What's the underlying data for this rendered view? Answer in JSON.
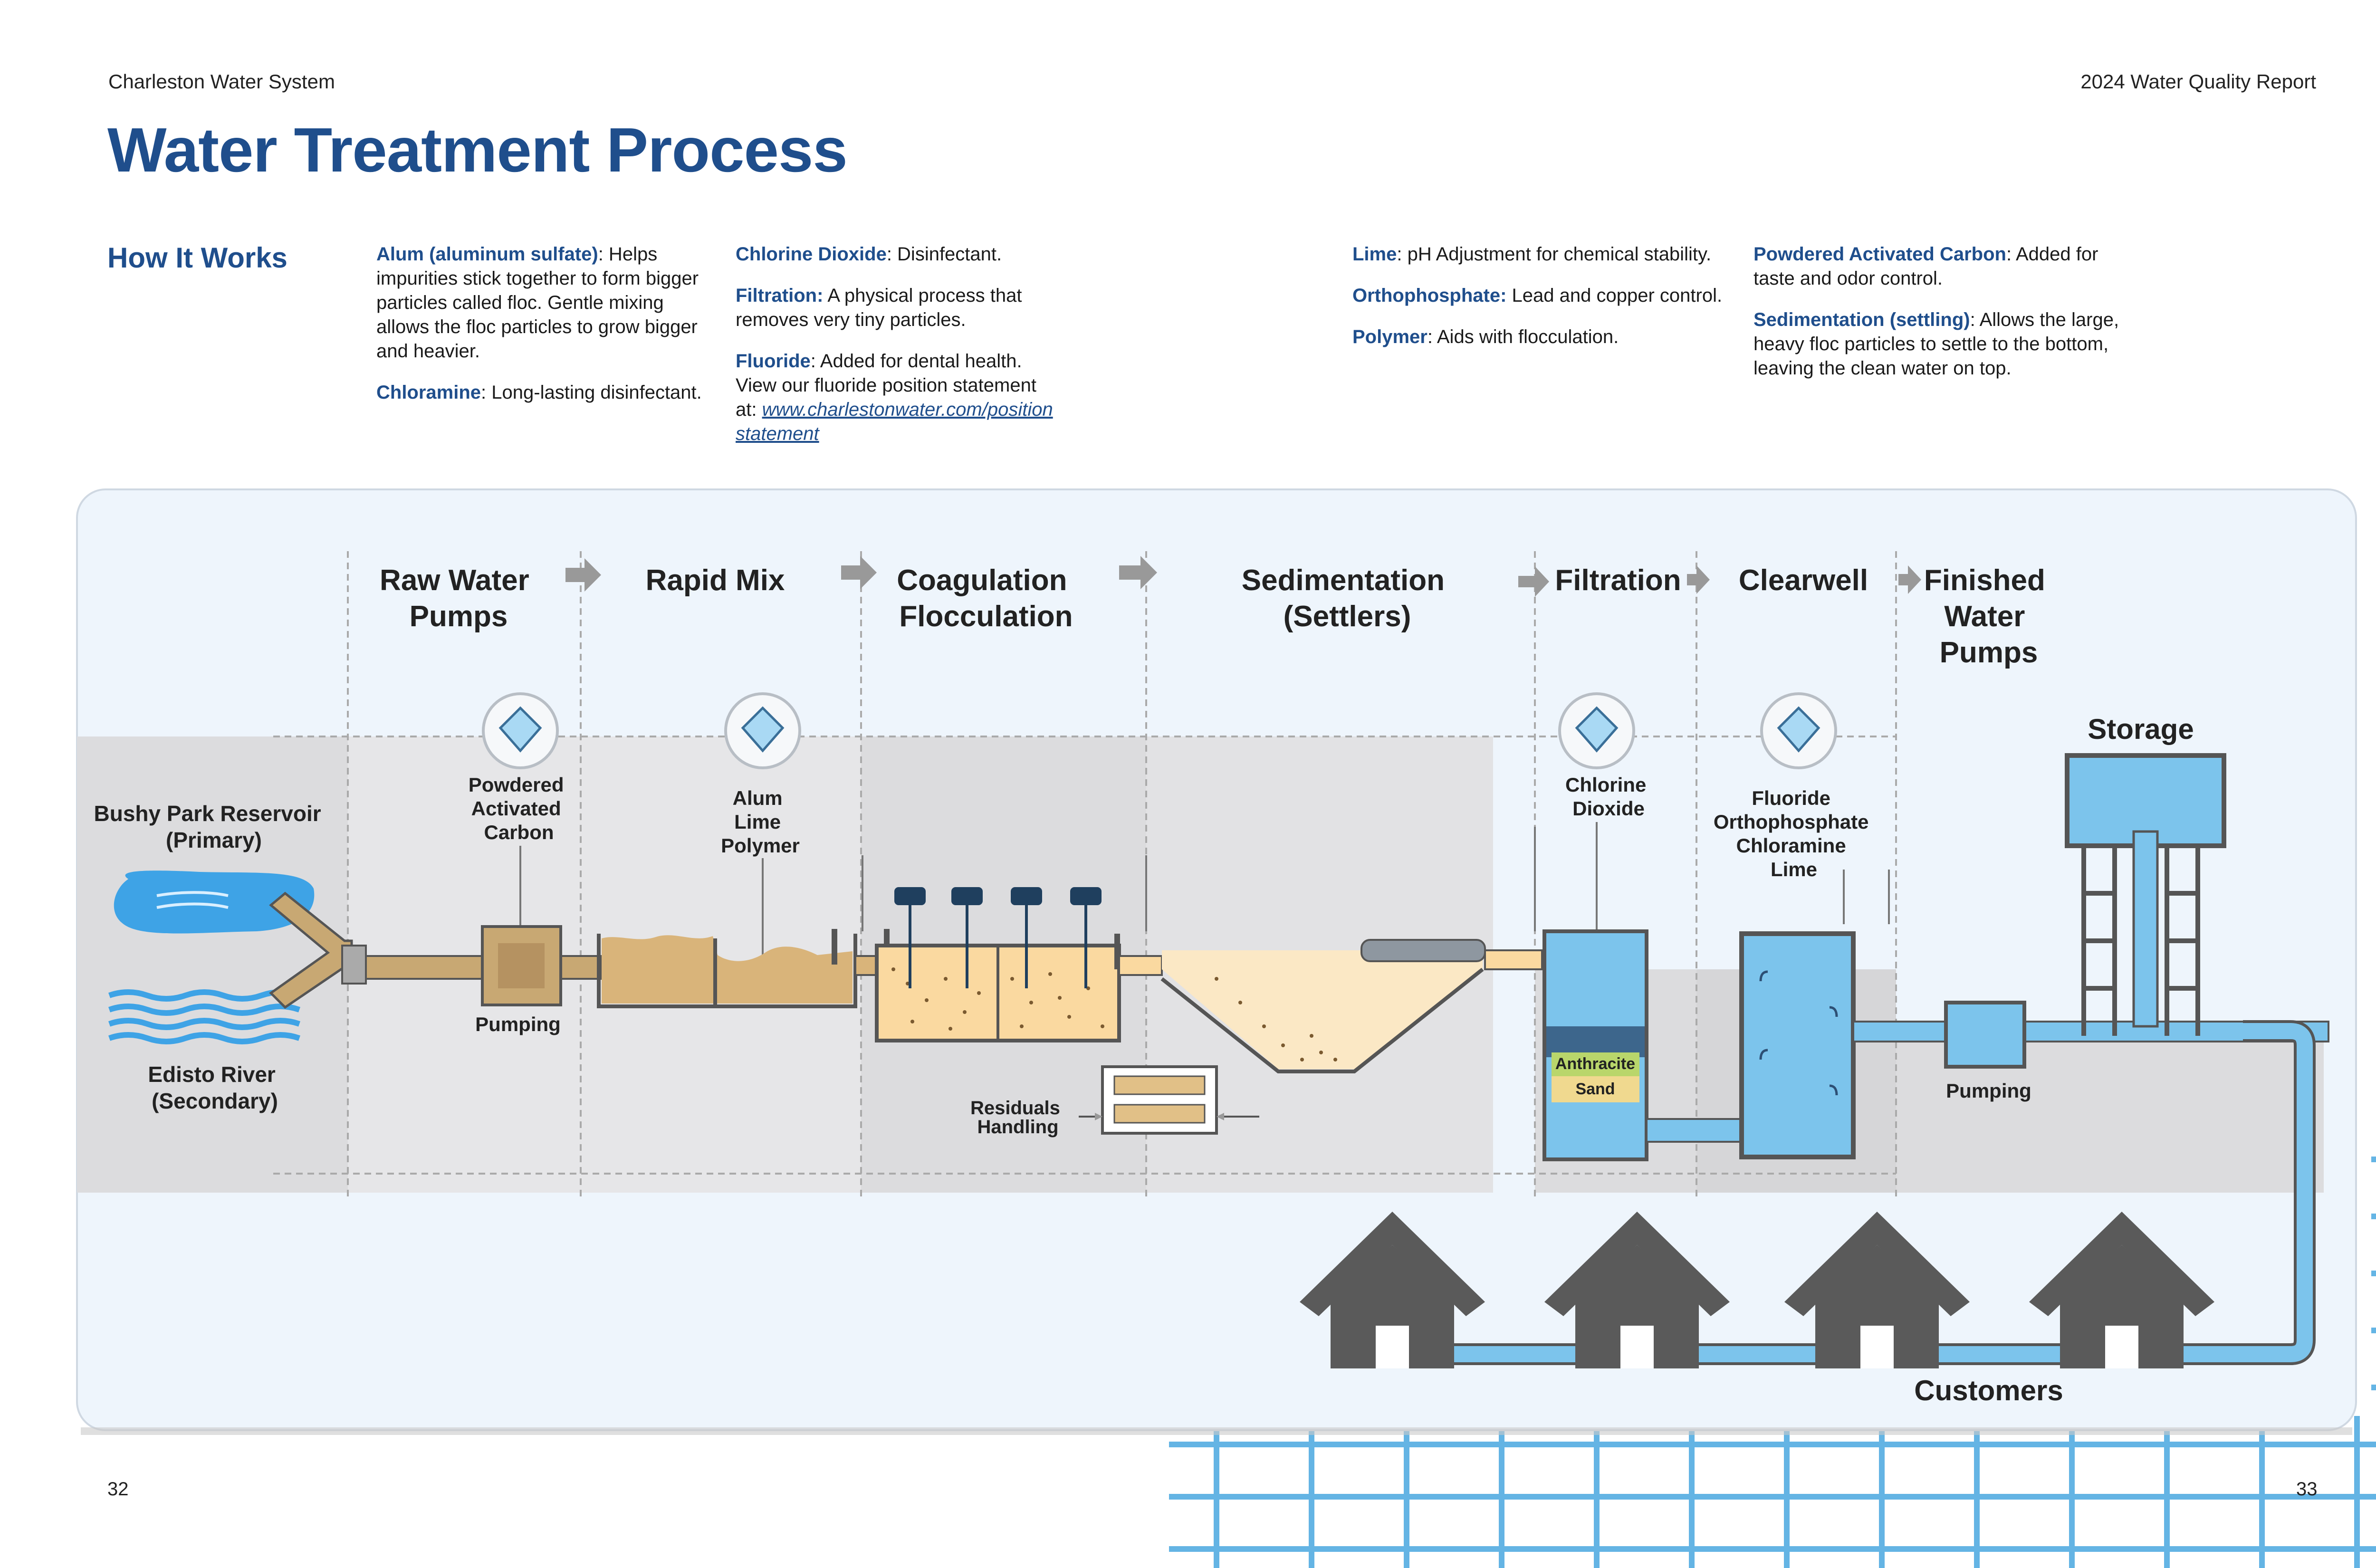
{
  "header": {
    "left": "Charleston Water System",
    "right": "2024 Water Quality Report"
  },
  "page_title": "Water Treatment Process",
  "how_it_works": {
    "heading": "How It Works",
    "col1": [
      {
        "term": "Alum (aluminum sulfate)",
        "text": ": Helps impurities stick together to form bigger particles called floc. Gentle mixing allows the floc particles to grow bigger and heavier."
      },
      {
        "term": "Chloramine",
        "text": ": Long-lasting disinfectant."
      }
    ],
    "col2": [
      {
        "term": "Chlorine Dioxide",
        "text": ": Disinfectant."
      },
      {
        "term": "Filtration:",
        "text": " A physical process that removes very tiny particles."
      },
      {
        "term": "Fluoride",
        "text": ": Added for dental health. View our fluoride position statement at: ",
        "link": "www.charlestonwater.com/positionstatement"
      }
    ],
    "col3": [
      {
        "term": "Lime",
        "text": ": pH Adjustment for chemical stability."
      },
      {
        "term": "Orthophosphate:",
        "text": "  Lead and copper control."
      },
      {
        "term": "Polymer",
        "text": ": Aids with flocculation."
      }
    ],
    "col4": [
      {
        "term": "Powdered Activated Carbon",
        "text": ": Added for taste and odor control."
      },
      {
        "term": "Sedimentation (settling)",
        "text": ": Allows the large, heavy floc particles to settle to the bottom, leaving the clean water on top."
      }
    ]
  },
  "stages": {
    "raw_water_pumps": [
      "Raw Water",
      "Pumps"
    ],
    "rapid_mix": [
      "Rapid Mix"
    ],
    "coagulation": [
      "Coagulation",
      "Flocculation"
    ],
    "sedimentation": [
      "Sedimentation",
      "(Settlers)"
    ],
    "filtration": [
      "Filtration"
    ],
    "clearwell": [
      "Clearwell"
    ],
    "finished_pumps": [
      "Finished",
      "Water",
      "Pumps"
    ]
  },
  "chemicals": {
    "pac": [
      "Powdered",
      "Activated",
      "Carbon"
    ],
    "rapid": [
      "Alum",
      "Lime",
      "Polymer"
    ],
    "chlorine": [
      "Chlorine",
      "Dioxide"
    ],
    "clearwell": [
      "Fluoride",
      "Orthophosphate",
      "Chloramine",
      "Lime"
    ]
  },
  "sources": {
    "primary": [
      "Bushy Park Reservoir",
      "(Primary)"
    ],
    "secondary": [
      "Edisto River",
      "(Secondary)"
    ]
  },
  "labels": {
    "pumping_1": "Pumping",
    "pumping_2": "Pumping",
    "residuals": [
      "Residuals",
      "Handling"
    ],
    "anthracite": "Anthracite",
    "sand": "Sand",
    "storage": "Storage",
    "customers": "Customers"
  },
  "page_numbers": {
    "left": "32",
    "right": "33"
  },
  "colors": {
    "brand_blue": "#1f4e8c",
    "water_blue": "#7cc4ec",
    "sediment": "#d9b47a",
    "panel_bg": "#eef5fc"
  }
}
